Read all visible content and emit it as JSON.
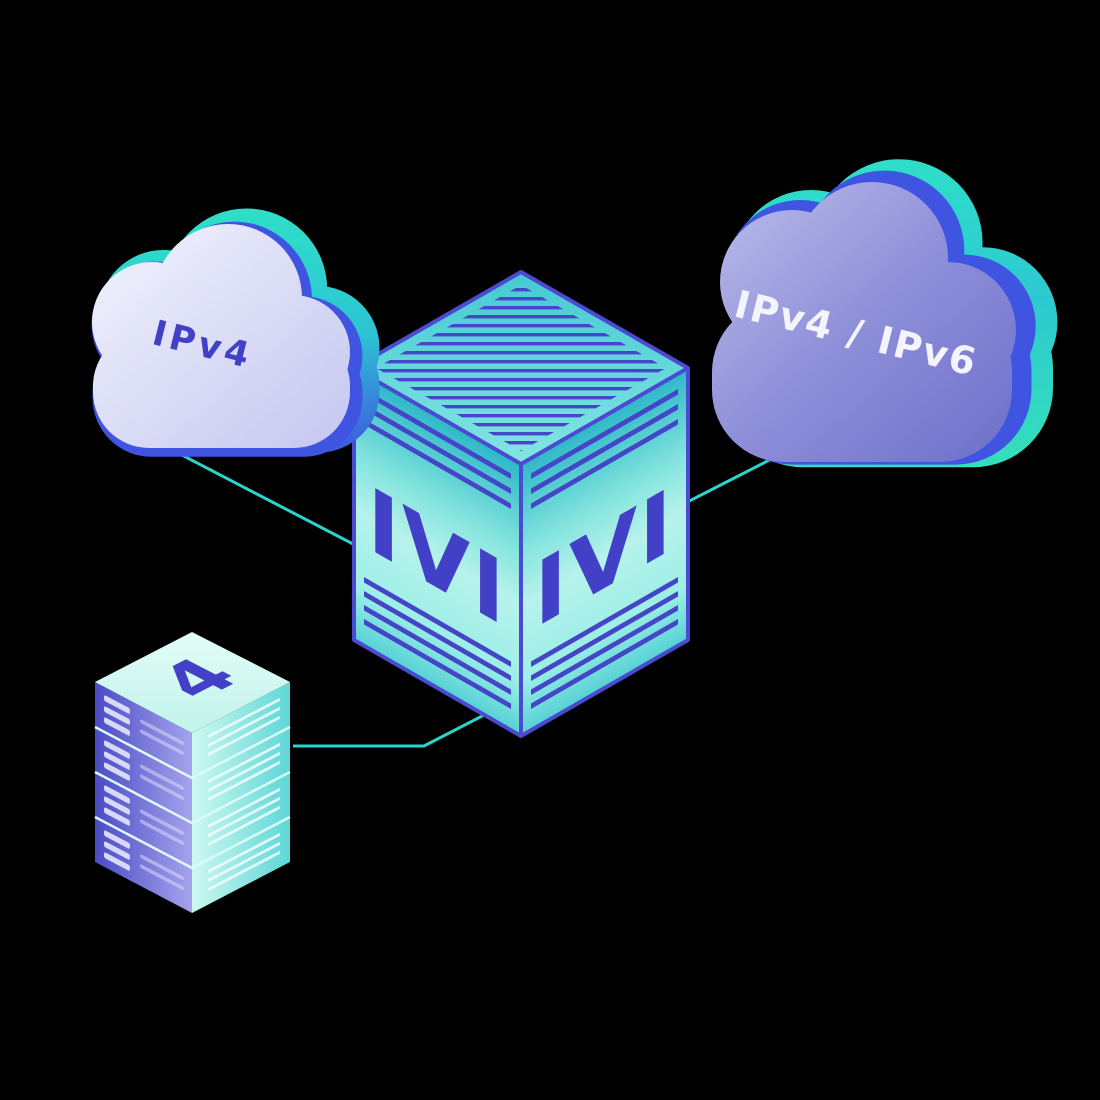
{
  "diagram": {
    "nodes": [
      {
        "id": "ipv4-cloud",
        "type": "cloud",
        "label": "IPv4"
      },
      {
        "id": "ivi-translator",
        "type": "isometric-cube",
        "labels": [
          "IVI",
          "IVI"
        ]
      },
      {
        "id": "ipv4-server-stack",
        "type": "server-stack",
        "label": "4",
        "units": 4
      },
      {
        "id": "ipv46-cloud",
        "type": "cloud",
        "label": "IPv4 / IPv6"
      }
    ],
    "connections": [
      {
        "from": "ipv4-cloud",
        "to": "ivi-translator"
      },
      {
        "from": "ipv46-cloud",
        "to": "ivi-translator"
      },
      {
        "from": "ipv4-server-stack",
        "to": "ivi-translator"
      }
    ]
  },
  "colors": {
    "background": "#000000",
    "connection_line": "#2ad4cd",
    "indigo_text": "#4140c6",
    "white_text": "#f4f4ff",
    "teal_accent": "#2fe0c4",
    "blue_accent": "#3f54e0",
    "cloud_left_body": "#d9daf4",
    "cloud_right_body": "#8b8cd6",
    "cube_face_teal": "#8fe9e2",
    "cube_edge": "#4b4ad1",
    "server_left_face": "#4b4bc6",
    "server_right_face": "#5ed7d8"
  }
}
